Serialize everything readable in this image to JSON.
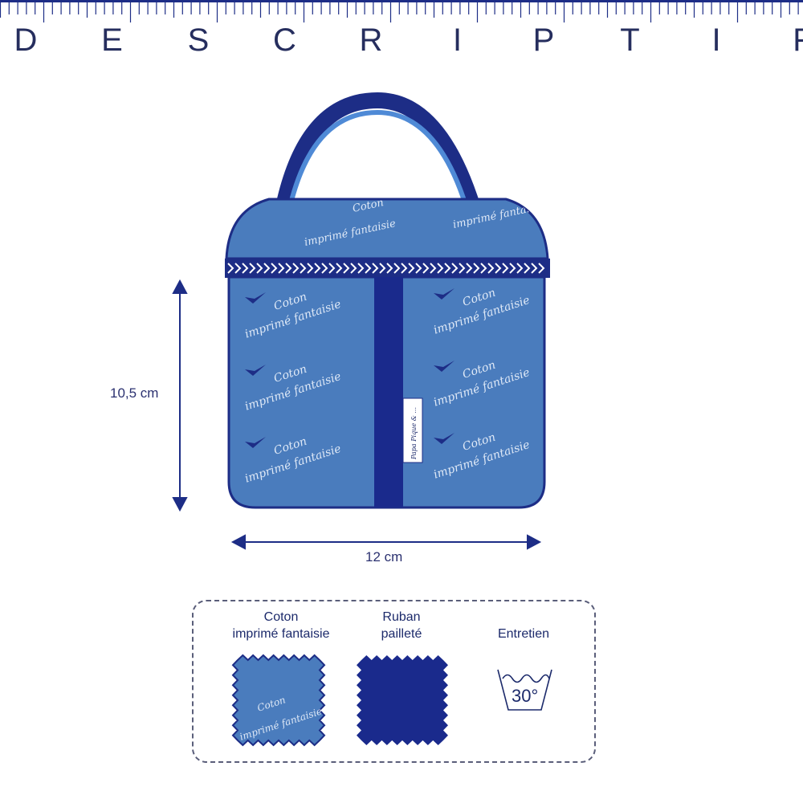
{
  "header": {
    "title_letters": [
      "D",
      "E",
      "S",
      "C",
      "R",
      "I",
      "P",
      "T",
      "I",
      "F"
    ]
  },
  "product": {
    "tag_label": "Papa Pique & ...",
    "fabric_pattern_text": [
      "Coton",
      "imprimé fantaisie"
    ],
    "colors": {
      "fabric": "#4a7cbd",
      "ribbon": "#1a2a8c",
      "outline": "#1d2d86",
      "handle_inner": "#4f8ad6"
    }
  },
  "dimensions": {
    "height_label": "10,5 cm",
    "width_label": "12 cm"
  },
  "legend": {
    "fabric": {
      "line1": "Coton",
      "line2": "imprimé fantaisie"
    },
    "ribbon": {
      "line1": "Ruban",
      "line2": "pailleté"
    },
    "care": {
      "title": "Entretien",
      "wash_temp": "30°"
    }
  }
}
